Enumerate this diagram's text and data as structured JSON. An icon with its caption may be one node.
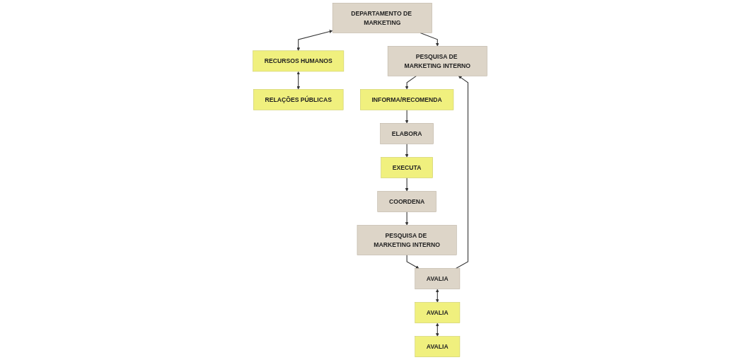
{
  "diagram": {
    "nodes": [
      {
        "text": [
          "DEPARTAMENTO DE MARKETING"
        ]
      },
      {
        "text": [
          "RECURSOS HUMANOS"
        ]
      },
      {
        "text": [
          "RELAÇÕES PÚBLICAS"
        ]
      },
      {
        "text": [
          "PESQUISA DE MARKETING INTERNO"
        ]
      },
      {
        "text": [
          "INFORMA/RECOMENDA"
        ]
      },
      {
        "text": [
          "ELABORA"
        ]
      },
      {
        "text": [
          "EXECUTA"
        ]
      },
      {
        "text": [
          "COORDENA"
        ]
      },
      {
        "text": [
          "PESQUISA DE MARKETING INTERNO"
        ]
      },
      {
        "text": [
          "AVALIA"
        ]
      },
      {
        "text": [
          "AVALIA"
        ]
      },
      {
        "text": [
          "AVALIA"
        ]
      }
    ],
    "edges": [
      {
        "from": 0,
        "to": 1,
        "arrow": "both"
      },
      {
        "from": 1,
        "to": 2,
        "arrow": "both"
      },
      {
        "from": 0,
        "to": 3,
        "arrow": "to"
      },
      {
        "from": 3,
        "to": 4,
        "arrow": "to"
      },
      {
        "from": 4,
        "to": 5,
        "arrow": "to"
      },
      {
        "from": 5,
        "to": 6,
        "arrow": "to"
      },
      {
        "from": 6,
        "to": 7,
        "arrow": "to"
      },
      {
        "from": 7,
        "to": 8,
        "arrow": "to"
      },
      {
        "from": 8,
        "to": 9,
        "arrow": "to"
      },
      {
        "from": 9,
        "to": 3,
        "arrow": "to"
      },
      {
        "from": 9,
        "to": 10,
        "arrow": "both"
      },
      {
        "from": 10,
        "to": 11,
        "arrow": "both"
      }
    ]
  }
}
